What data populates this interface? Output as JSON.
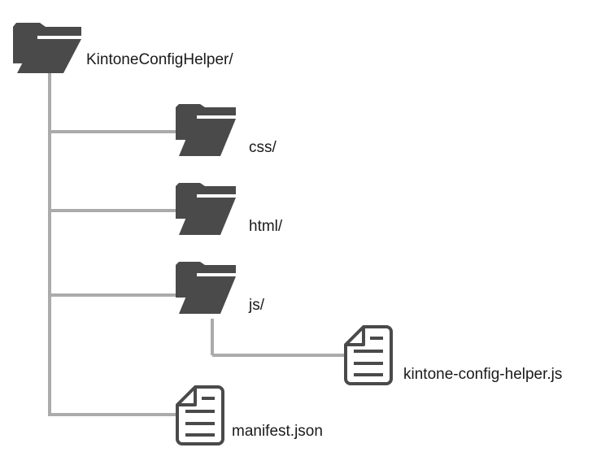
{
  "diagram": {
    "type": "file-tree",
    "title": "KintoneConfigHelper project structure",
    "colors": {
      "background": "#ffffff",
      "folder_fill": "#4a4a4a",
      "file_stroke": "#4a4a4a",
      "connector_line": "#ababab",
      "label_text": "#1a1a1a"
    },
    "nodes": [
      {
        "id": "root",
        "label": "KintoneConfigHelper/",
        "icon": "folder-open-icon",
        "kind": "folder",
        "depth": 0
      },
      {
        "id": "css",
        "label": "css/",
        "icon": "folder-open-icon",
        "kind": "folder",
        "depth": 1
      },
      {
        "id": "html",
        "label": "html/",
        "icon": "folder-open-icon",
        "kind": "folder",
        "depth": 1
      },
      {
        "id": "js",
        "label": "js/",
        "icon": "folder-open-icon",
        "kind": "folder",
        "depth": 1
      },
      {
        "id": "kintone-config-helper-js",
        "label": "kintone-config-helper.js",
        "icon": "file-document-icon",
        "kind": "file",
        "depth": 2
      },
      {
        "id": "manifest-json",
        "label": "manifest.json",
        "icon": "file-document-icon",
        "kind": "file",
        "depth": 1
      }
    ]
  }
}
